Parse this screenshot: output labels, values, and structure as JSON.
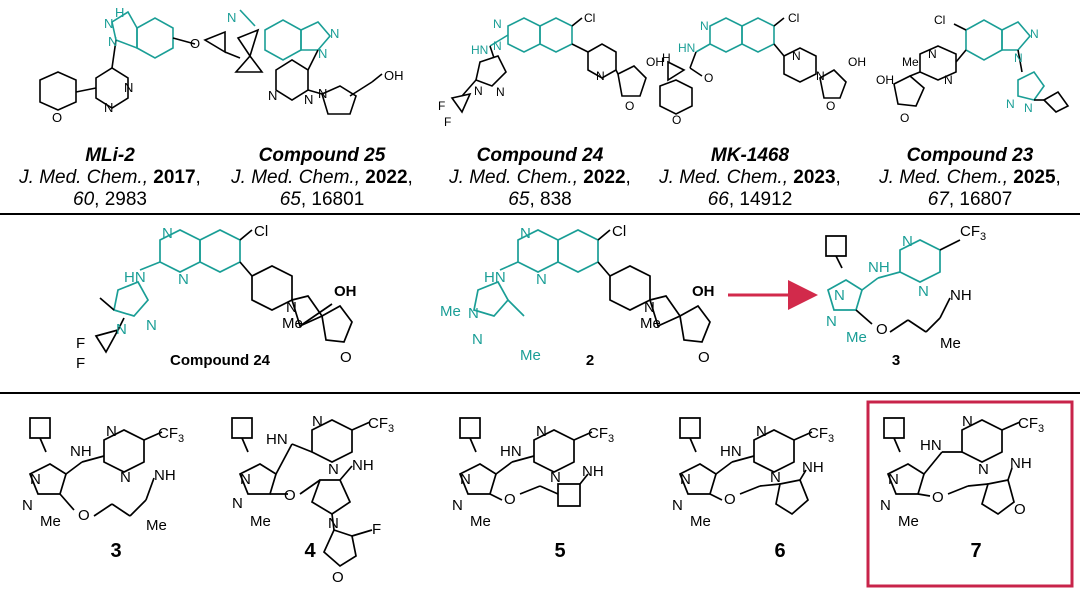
{
  "colors": {
    "bond": "#000000",
    "teal": "#1a9e96",
    "arrow": "#d22a4b",
    "highlight_box": "#c8244a"
  },
  "row1": [
    {
      "name": "MLi-2",
      "journal": "J. Med. Chem.,",
      "year": "2017",
      "volume": "60",
      "page": "2983"
    },
    {
      "name": "Compound 25",
      "journal": "J. Med. Chem.,",
      "year": "2022",
      "volume": "65",
      "page": "16801"
    },
    {
      "name": "Compound 24",
      "journal": "J. Med. Chem.,",
      "year": "2022",
      "volume": "65",
      "page": "838"
    },
    {
      "name": "MK-1468",
      "journal": "J. Med. Chem.,",
      "year": "2023",
      "volume": "66",
      "page": "14912"
    },
    {
      "name": "Compound 23",
      "journal": "J. Med. Chem.,",
      "year": "2025",
      "volume": "67",
      "page": "16807"
    }
  ],
  "row2": [
    "Compound 24",
    "2",
    "3"
  ],
  "row3": [
    "3",
    "4",
    "5",
    "6",
    "7"
  ],
  "atoms": {
    "N": "N",
    "H": "H",
    "O": "O",
    "F": "F",
    "Cl": "Cl",
    "Me": "Me",
    "OH": "OH",
    "NH": "NH",
    "HN": "HN",
    "N_H": "N",
    "CF3": "CF",
    "sub3": "3"
  }
}
